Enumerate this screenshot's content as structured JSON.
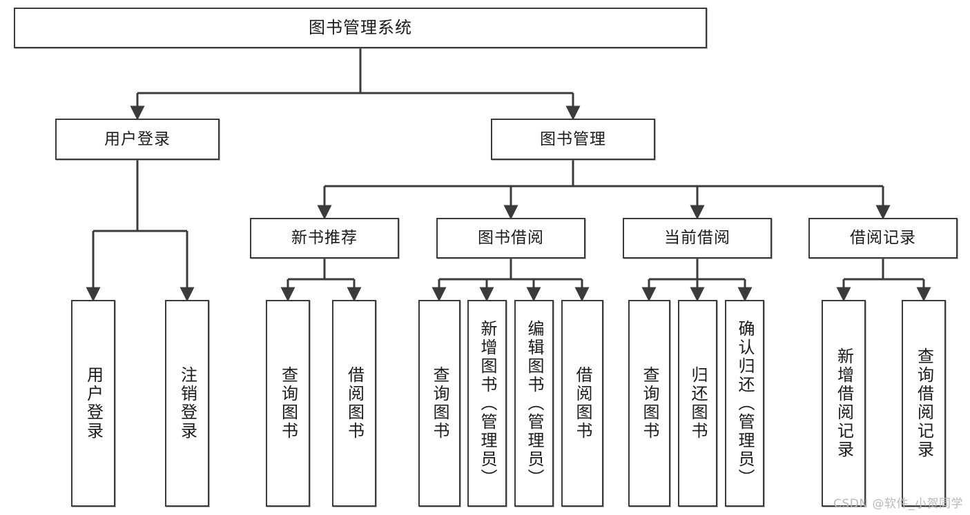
{
  "diagram": {
    "title": "图书管理系统",
    "type": "tree",
    "watermark": "CSDN @软件_小贺同学",
    "colors": {
      "stroke": "#3b3b3b",
      "fill": "#ffffff",
      "text": "#1b1b1b",
      "watermark": "#b9b9b9"
    },
    "root": {
      "label": "图书管理系统"
    },
    "level2": [
      {
        "label": "用户登录"
      },
      {
        "label": "图书管理"
      }
    ],
    "level3": [
      {
        "label": "新书推荐"
      },
      {
        "label": "图书借阅"
      },
      {
        "label": "当前借阅"
      },
      {
        "label": "借阅记录"
      }
    ],
    "leaves": {
      "user_login": [
        {
          "label": "用户登录"
        },
        {
          "label": "注销登录"
        }
      ],
      "new_book": [
        {
          "label": "查询图书"
        },
        {
          "label": "借阅图书"
        }
      ],
      "book_borrow": [
        {
          "label": "查询图书"
        },
        {
          "label": "新增图书（管理员）"
        },
        {
          "label": "编辑图书（管理员）"
        },
        {
          "label": "借阅图书"
        }
      ],
      "current_borrow": [
        {
          "label": "查询图书"
        },
        {
          "label": "归还图书"
        },
        {
          "label": "确认归还（管理员）"
        }
      ],
      "borrow_record": [
        {
          "label": "新增借阅记录"
        },
        {
          "label": "查询借阅记录"
        }
      ]
    }
  }
}
